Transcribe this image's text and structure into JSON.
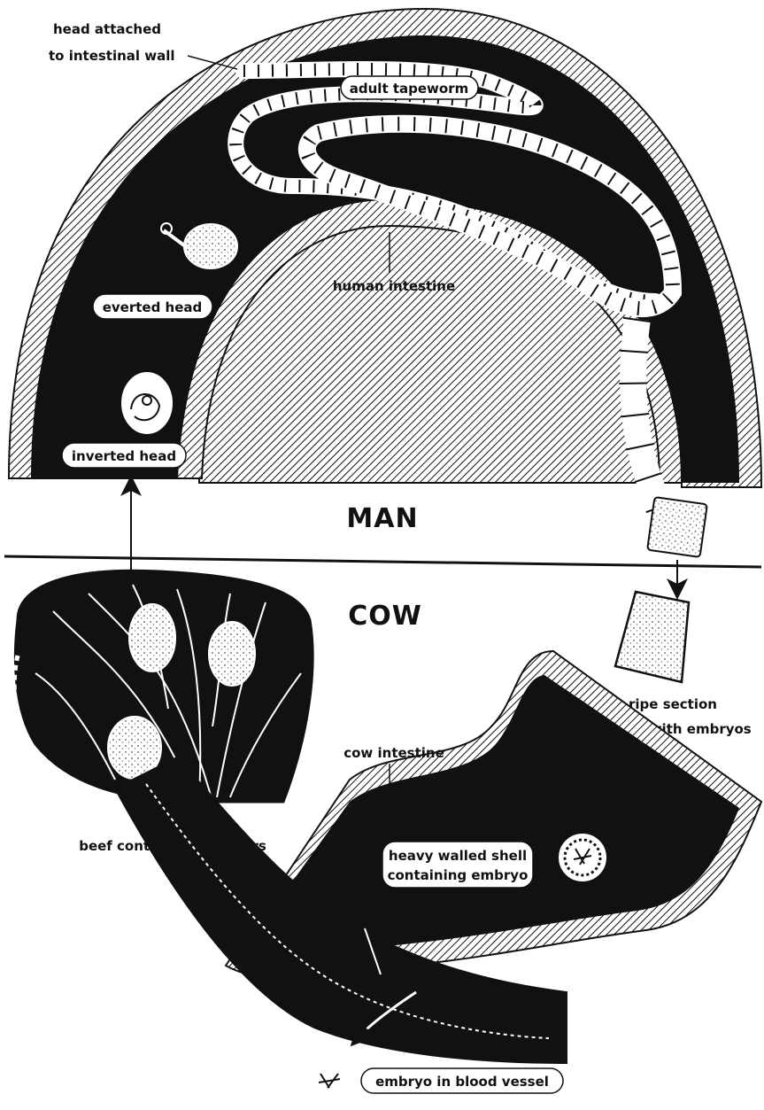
{
  "labels": {
    "head_attached_line1": "head attached",
    "head_attached_line2": "to intestinal wall",
    "adult_tapeworm": "adult tapeworm",
    "human_intestine": "human intestine",
    "everted_head": "everted head",
    "inverted_head": "inverted head",
    "man": "MAN",
    "cow": "COW",
    "ripe_section_line1": "ripe section",
    "ripe_section_line2": "loaded with embryos",
    "cow_intestine": "cow intestine",
    "beef_containing_bladders": "beef containing bladders",
    "heavy_shell_line1": "heavy walled shell",
    "heavy_shell_line2": "containing embryo",
    "embryo_blood_vessel": "embryo in blood vessel"
  },
  "colors": {
    "ink": "#111111",
    "paper": "#ffffff",
    "stipple": "#666666"
  }
}
